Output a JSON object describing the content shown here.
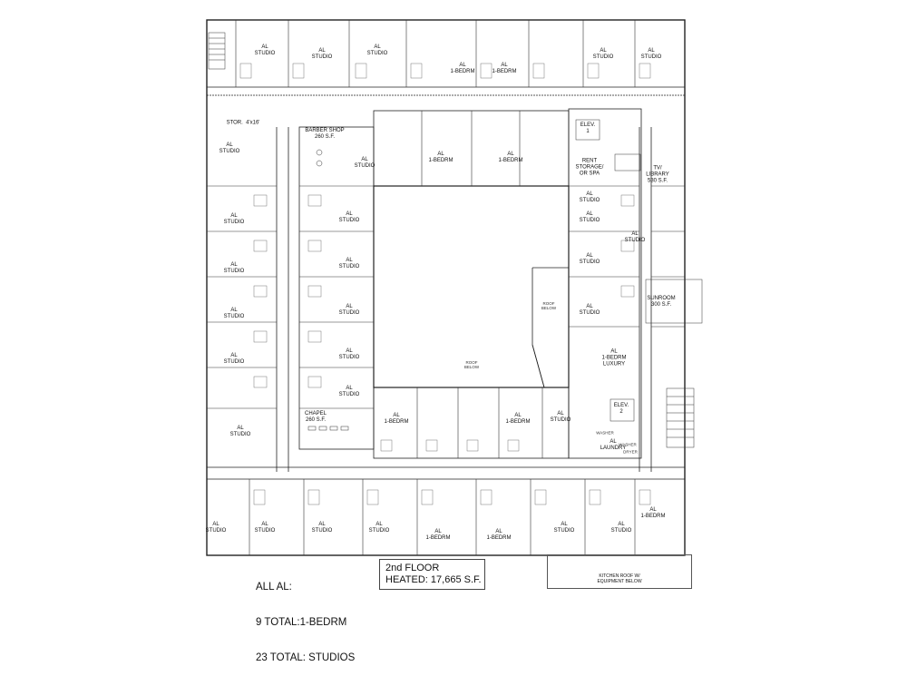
{
  "rooms": [
    {
      "id": "r1",
      "label": "AL\nSTUDIO"
    },
    {
      "id": "r2",
      "label": "AL\nSTUDIO"
    },
    {
      "id": "r3",
      "label": "AL\nSTUDIO"
    },
    {
      "id": "r4",
      "label": "AL\n1-BEDRM"
    },
    {
      "id": "r5",
      "label": "AL\n1-BEDRM"
    },
    {
      "id": "r6",
      "label": "AL\nSTUDIO"
    },
    {
      "id": "r7",
      "label": "AL\nSTUDIO"
    },
    {
      "id": "r8",
      "label": "STOR.  4'x16'"
    },
    {
      "id": "r9",
      "label": "BARBER SHOP\n260 S.F."
    },
    {
      "id": "r10",
      "label": "AL\nSTUDIO"
    },
    {
      "id": "r11",
      "label": "AL\nSTUDIO"
    },
    {
      "id": "r12",
      "label": "AL\n1-BEDRM"
    },
    {
      "id": "r13",
      "label": "AL\n1-BEDRM"
    },
    {
      "id": "r14",
      "label": "ELEV.\n1"
    },
    {
      "id": "r15",
      "label": "RENT\nSTORAGE/\nOR SPA"
    },
    {
      "id": "r16",
      "label": "TV/\nLIBRARY\n530 S.F."
    },
    {
      "id": "r17",
      "label": "AL\nSTUDIO"
    },
    {
      "id": "r18",
      "label": "AL\nSTUDIO"
    },
    {
      "id": "r19",
      "label": "AL\nSTUDIO"
    },
    {
      "id": "r20",
      "label": "AL\nSTUDIO"
    },
    {
      "id": "r21",
      "label": "AL\nSTUDIO"
    },
    {
      "id": "r22",
      "label": "AL\nSTUDIO"
    },
    {
      "id": "r23",
      "label": "AL\nSTUDIO"
    },
    {
      "id": "r24",
      "label": "AL\nSTUDIO"
    },
    {
      "id": "r25",
      "label": "AL\nSTUDIO"
    },
    {
      "id": "r26",
      "label": "AL\nSTUDIO"
    },
    {
      "id": "r27",
      "label": "AL\nSTUDIO"
    },
    {
      "id": "r28",
      "label": "AL\nSTUDIO"
    },
    {
      "id": "r29",
      "label": "AL\nSTUDIO"
    },
    {
      "id": "r30",
      "label": "AL\nSTUDIO"
    },
    {
      "id": "r31",
      "label": "SUNROOM\n300 S.F."
    },
    {
      "id": "r32",
      "label": "AL\n1-BEDRM\nLUXURY"
    },
    {
      "id": "r33",
      "label": "CHAPEL\n260 S.F."
    },
    {
      "id": "r34",
      "label": "AL\nSTUDIO"
    },
    {
      "id": "r35",
      "label": "AL\n1-BEDRM"
    },
    {
      "id": "r36",
      "label": "AL\n1-BEDRM"
    },
    {
      "id": "r37",
      "label": "AL\nSTUDIO"
    },
    {
      "id": "r38",
      "label": "ELEV.\n2"
    },
    {
      "id": "r39",
      "label": "AL\nLAUNDRY"
    },
    {
      "id": "r40",
      "label": "AL\nSTUDIO"
    },
    {
      "id": "r41",
      "label": "AL\nSTUDIO"
    },
    {
      "id": "r42",
      "label": "AL\nSTUDIO"
    },
    {
      "id": "r43",
      "label": "AL\nSTUDIO"
    },
    {
      "id": "r44",
      "label": "AL\n1-BEDRM"
    },
    {
      "id": "r45",
      "label": "AL\n1-BEDRM"
    },
    {
      "id": "r46",
      "label": "AL\nSTUDIO"
    },
    {
      "id": "r47",
      "label": "AL\nSTUDIO"
    },
    {
      "id": "r48",
      "label": "AL\n1-BEDRM"
    }
  ],
  "notes": {
    "roof_center": "ROOF\nBELOW",
    "roof_right": "ROOF\nBELOW",
    "washer1": "WASHER",
    "washer2": "WASHER",
    "dryer": "DRYER"
  },
  "summary": {
    "line1": "ALL AL:",
    "line2": "9 TOTAL:1-BEDRM",
    "line3": "23 TOTAL: STUDIOS"
  },
  "floor": {
    "line1": "2nd FLOOR",
    "line2": "HEATED: 17,665 S.F."
  },
  "kitchen_roof": "KITCHEN ROOF W/\nEQUIPMENT BELOW"
}
